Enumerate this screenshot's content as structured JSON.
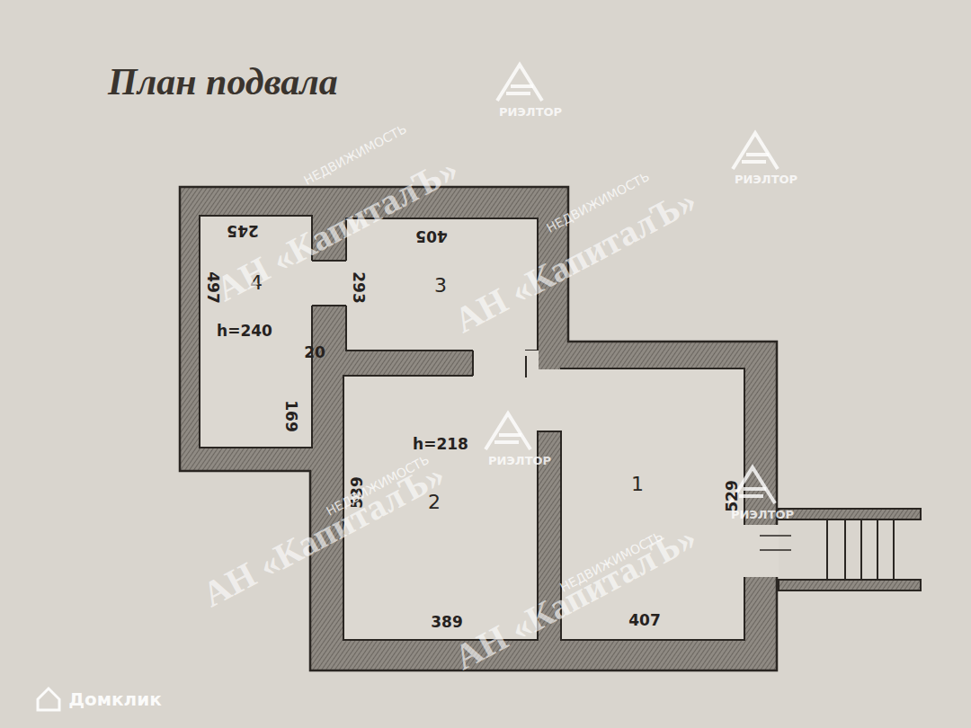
{
  "diagram": {
    "title": "План подвала",
    "nodes": [
      {
        "text": [
          "4"
        ]
      },
      {
        "text": [
          "3"
        ]
      },
      {
        "text": [
          "2"
        ]
      },
      {
        "text": [
          "1"
        ]
      }
    ],
    "labels": [
      "245",
      "405",
      "497",
      "293",
      "h=240",
      "20",
      "169",
      "h=218",
      "539",
      "529",
      "389",
      "407",
      "НЕДВИЖИМОСТЬ",
      "АН «КапиталЪ»",
      "РИЭЛТОР",
      "НЕДВИЖИМОСТЬ",
      "АН «КапиталЪ»",
      "РИЭЛТОР",
      "НЕДВИЖИМОСТЬ",
      "АН «КапиталЪ»",
      "РИЭЛТОР",
      "НЕДВИЖИМОСТЬ",
      "АН «КапиталЪ»",
      "РИЭЛТОР",
      "Домклик"
    ]
  }
}
